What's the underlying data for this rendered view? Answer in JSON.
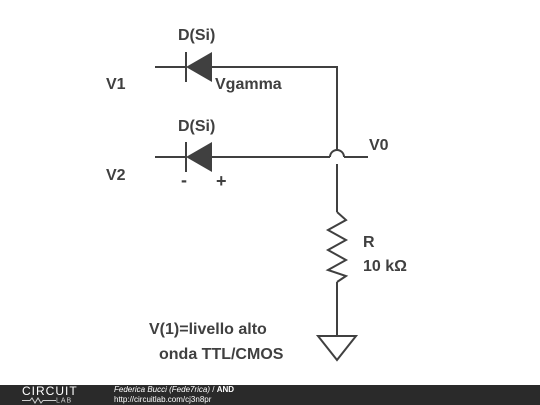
{
  "diagram": {
    "diode_top": {
      "label": "D(Si)"
    },
    "diode_bottom": {
      "label": "D(Si)"
    },
    "input_1": {
      "label": "V1"
    },
    "input_2": {
      "label": "V2"
    },
    "vgamma": {
      "label": "Vgamma"
    },
    "output": {
      "label": "V0"
    },
    "polarity": {
      "minus": "-",
      "plus": "+"
    },
    "resistor": {
      "name": "R",
      "value": "10 kΩ"
    },
    "note": {
      "line1": "V(1)=livello alto",
      "line2": "onda TTL/CMOS"
    }
  },
  "footer": {
    "logo_top": "CIRCUIT",
    "logo_bottom": "LAB",
    "author": "Federica Bucci (Fede7rica)",
    "separator": "/",
    "title": "AND",
    "url": "http://circuitlab.com/cj3n8pr"
  }
}
